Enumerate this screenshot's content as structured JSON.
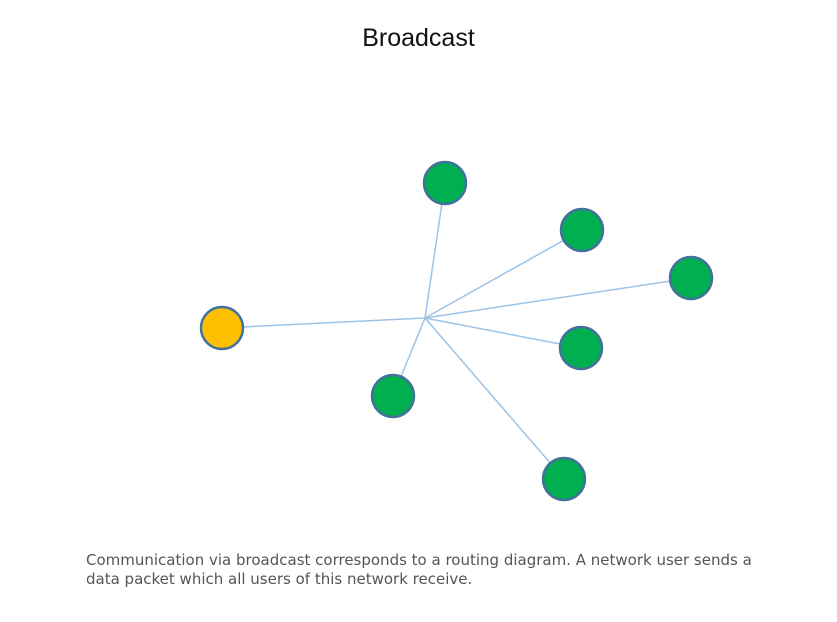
{
  "title": "Broadcast",
  "description": "Communication via broadcast corresponds to a routing diagram. A network user sends a data packet which all users of this network receive.",
  "colors": {
    "sender": "#FFC000",
    "receiver": "#00B050",
    "node_border": "#41719C",
    "link": "#9DC3E6"
  },
  "diagram": {
    "hub": "hub",
    "nodes": [
      {
        "id": "sender",
        "role": "sender"
      },
      {
        "id": "receiver-1",
        "role": "receiver"
      },
      {
        "id": "receiver-2",
        "role": "receiver"
      },
      {
        "id": "receiver-3",
        "role": "receiver"
      },
      {
        "id": "receiver-4",
        "role": "receiver"
      },
      {
        "id": "receiver-5",
        "role": "receiver"
      },
      {
        "id": "receiver-6",
        "role": "receiver"
      }
    ]
  }
}
